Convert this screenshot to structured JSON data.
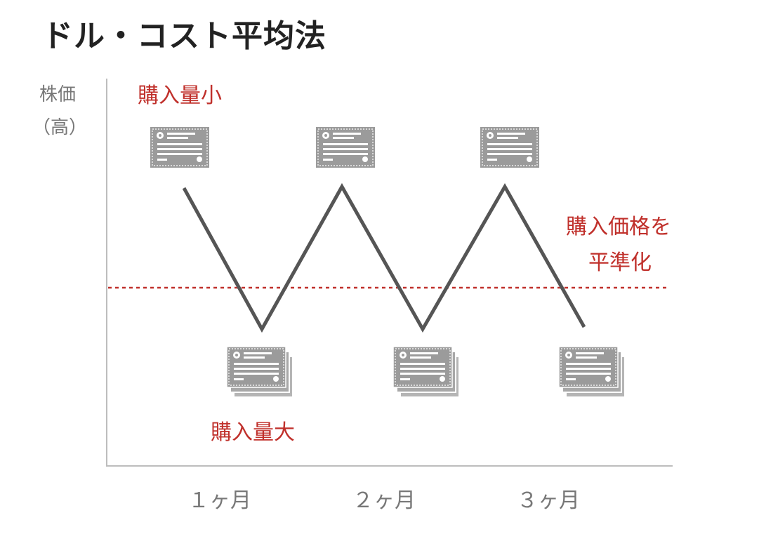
{
  "title": "ドル・コスト平均法",
  "y_axis": {
    "label_line1": "株価",
    "label_line2": "（高）"
  },
  "x_axis": {
    "ticks": [
      "１ヶ月",
      "２ヶ月",
      "３ヶ月"
    ]
  },
  "annotations": {
    "small_purchase": "購入量小",
    "large_purchase": "購入量大",
    "average_line1": "購入価格を",
    "average_line2": "平準化"
  },
  "icons": {
    "certificate": "stock-certificate-icon",
    "certificate_stack": "stock-certificate-stack-icon"
  },
  "colors": {
    "title": "#222222",
    "axis_label": "#777777",
    "accent": "#c0302b",
    "price_line": "#555555",
    "certificate": "#999999"
  }
}
